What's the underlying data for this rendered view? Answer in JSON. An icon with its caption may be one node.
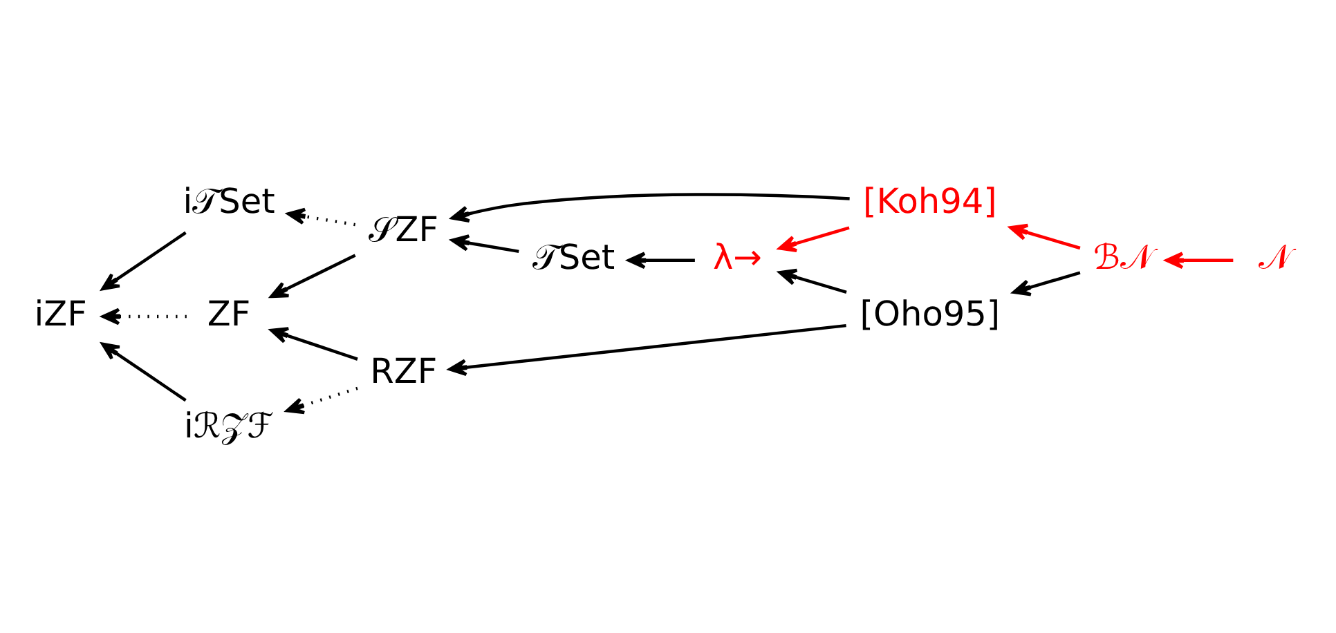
{
  "diagram": {
    "nodes": [
      {
        "text": [
          "[Koh94]"
        ]
      },
      {
        "text": [
          "[Oho95]"
        ]
      },
      {
        "text": [
          "λ→"
        ]
      },
      {
        "text": [
          "ℬ𝒩"
        ]
      },
      {
        "text": [
          "𝒩"
        ]
      },
      {
        "text": [
          "𝒯Set"
        ]
      },
      {
        "text": [
          "𝒮ZF"
        ]
      },
      {
        "text": [
          "ZF"
        ]
      },
      {
        "text": [
          "RZF"
        ]
      },
      {
        "text": [
          "i𝒯Set"
        ]
      },
      {
        "text": [
          "iZF"
        ]
      },
      {
        "text": [
          "iℛ𝒵ℱ"
        ]
      }
    ],
    "edges": [
      {
        "from": 4,
        "to": 3,
        "arrow": "to",
        "color": "#ff0000"
      },
      {
        "from": 3,
        "to": 0,
        "arrow": "to",
        "color": "#ff0000"
      },
      {
        "from": 3,
        "to": 1,
        "arrow": "to"
      },
      {
        "from": 0,
        "to": 2,
        "arrow": "to",
        "color": "#ff0000"
      },
      {
        "from": 1,
        "to": 2,
        "arrow": "to"
      },
      {
        "from": 0,
        "to": 6,
        "arrow": "to"
      },
      {
        "from": 2,
        "to": 5,
        "arrow": "to"
      },
      {
        "from": 1,
        "to": 8,
        "arrow": "to"
      },
      {
        "from": 5,
        "to": 6,
        "arrow": "to"
      },
      {
        "from": 6,
        "to": 7,
        "arrow": "to"
      },
      {
        "from": 8,
        "to": 7,
        "arrow": "to"
      },
      {
        "from": 6,
        "to": 9,
        "arrow": "to",
        "style": "dashed"
      },
      {
        "from": 7,
        "to": 10,
        "arrow": "to",
        "style": "dashed"
      },
      {
        "from": 8,
        "to": 11,
        "arrow": "to",
        "style": "dashed"
      },
      {
        "from": 9,
        "to": 10,
        "arrow": "to"
      },
      {
        "from": 11,
        "to": 10,
        "arrow": "to"
      }
    ]
  }
}
